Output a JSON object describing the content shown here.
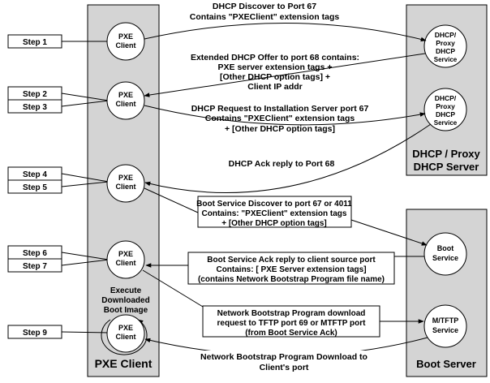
{
  "columns": {
    "pxe_client": "PXE Client",
    "dhcp_server": [
      "DHCP / Proxy",
      "DHCP Server"
    ],
    "boot_server": "Boot Server"
  },
  "steps": {
    "s1": "Step 1",
    "s2": "Step 2",
    "s3": "Step 3",
    "s4": "Step 4",
    "s5": "Step 5",
    "s6": "Step 6",
    "s7": "Step 7",
    "s9": "Step 9"
  },
  "nodes": {
    "pxe_client": [
      "PXE",
      "Client"
    ],
    "dhcp_proxy": [
      "DHCP/",
      "Proxy",
      "DHCP",
      "Service"
    ],
    "boot_service": [
      "Boot",
      "Service"
    ],
    "mtftp_service": [
      "M/TFTP",
      "Service"
    ],
    "execute_note": [
      "Execute",
      "Downloaded",
      "Boot Image"
    ]
  },
  "messages": {
    "m1": [
      "DHCP Discover to Port 67",
      "Contains \"PXEClient\" extension tags"
    ],
    "m2": [
      "Extended DHCP Offer to port 68 contains:",
      "PXE server extension tags +",
      "[Other DHCP option tags] +",
      "Client IP addr"
    ],
    "m3": [
      "DHCP Request to Installation Server port 67",
      "Contains \"PXEClient\" extension tags",
      "+ [Other DHCP option tags]"
    ],
    "m4": "DHCP Ack reply to Port 68",
    "m5": [
      "Boot Service Discover to port 67 or 4011",
      "Contains: \"PXEClient\" extension tags",
      "+ [Other DHCP option tags]"
    ],
    "m6": [
      "Boot Service Ack reply to client source port",
      "Contains: [ PXE Server extension tags]",
      "(contains Network Bootstrap Program file name)"
    ],
    "m7": [
      "Network Bootstrap Program download",
      "request to TFTP port 69 or MTFTP port",
      "(from Boot Service Ack)"
    ],
    "m8": [
      "Network Bootstrap Program Download to",
      "Client's port"
    ]
  },
  "colors": {
    "column_fill": "#d4d4d4",
    "stroke": "#000000",
    "background": "#ffffff"
  }
}
